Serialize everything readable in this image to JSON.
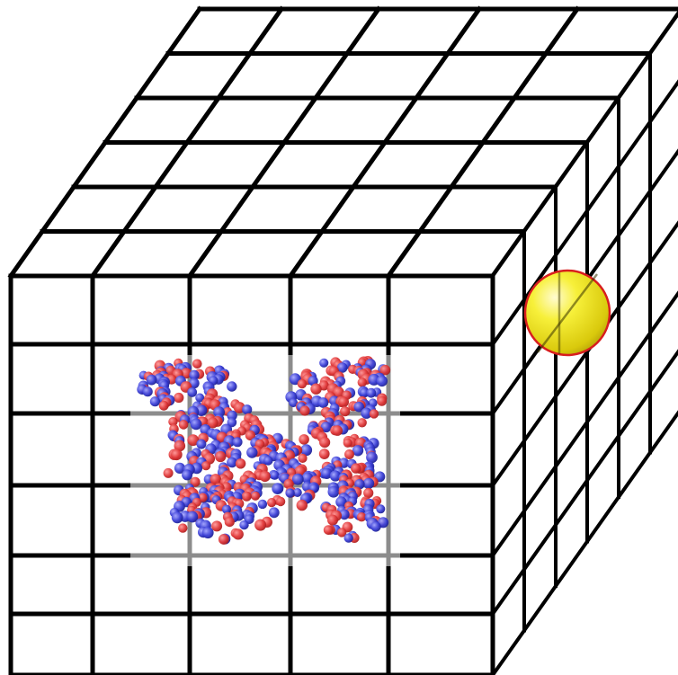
{
  "diagram": {
    "kind": "3d-grid-cube",
    "grid_divisions": 6,
    "colors": {
      "background": "#ffffff",
      "grid_line": "#000000",
      "face_fill": "#ffffff",
      "molecule_atom_a": "#e0393a",
      "molecule_atom_b": "#3b3fd6",
      "probe_sphere": "#f2ec1a",
      "probe_sphere_rim": "#d81e1e"
    },
    "elements": {
      "molecule": "protein-molecule-cluster",
      "probe": "yellow-probe-sphere"
    }
  }
}
